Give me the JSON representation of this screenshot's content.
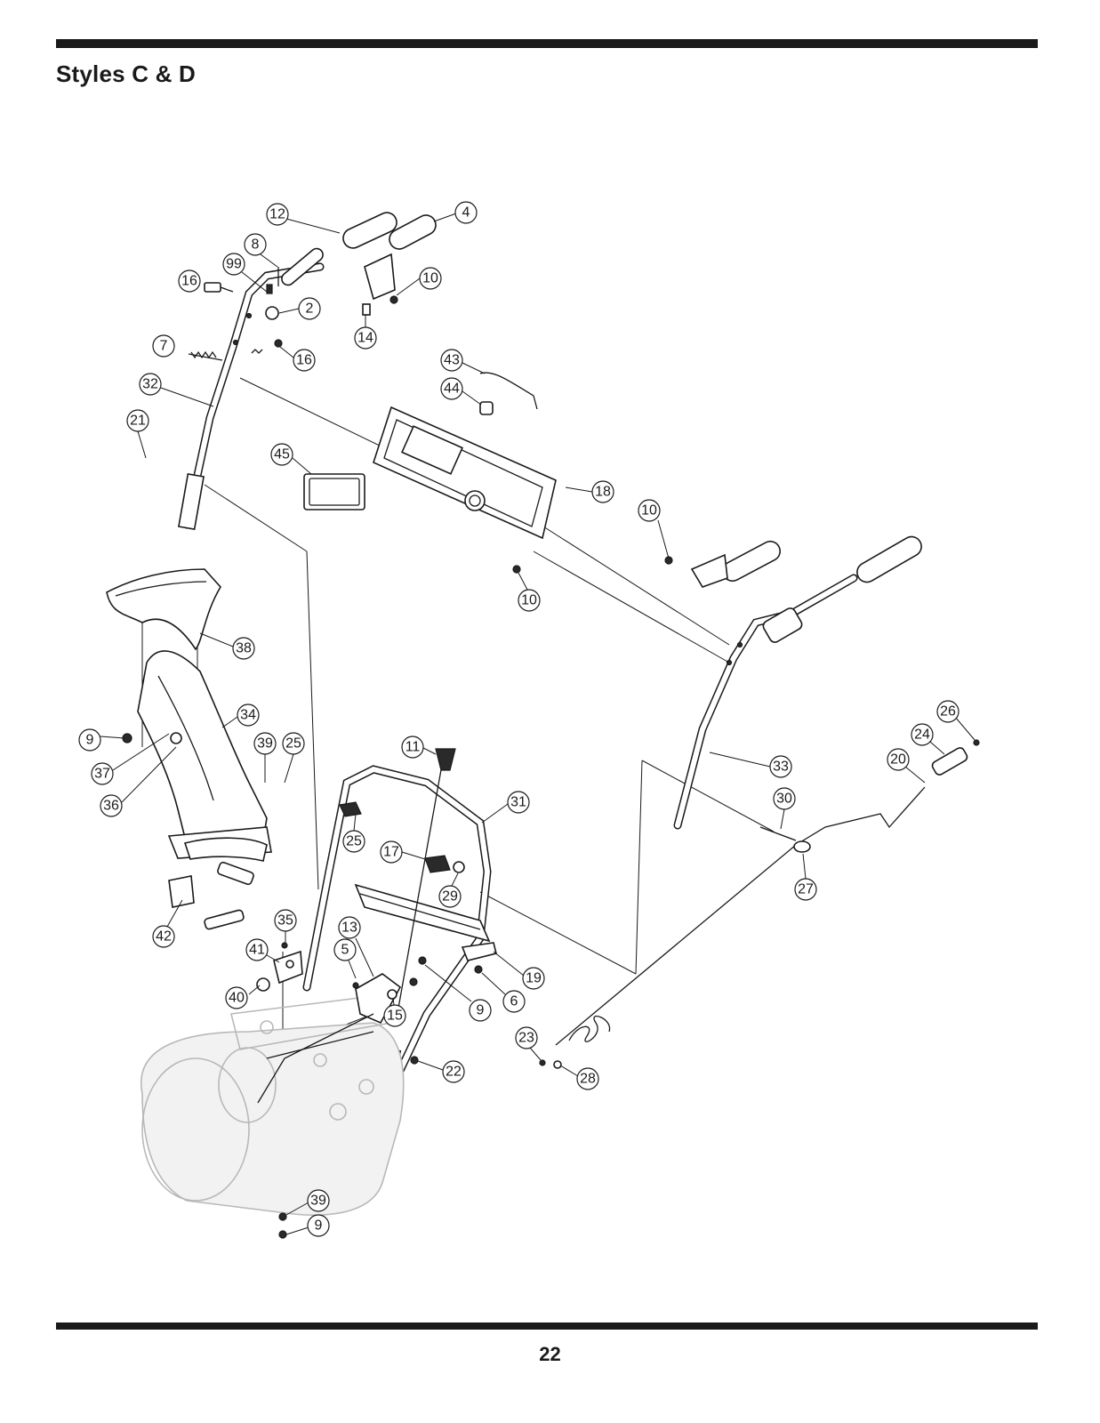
{
  "header": {
    "title": "Styles C & D"
  },
  "footer": {
    "page_number": "22"
  },
  "callouts": [
    {
      "key": "c12",
      "label": "12"
    },
    {
      "key": "c4",
      "label": "4"
    },
    {
      "key": "c8",
      "label": "8"
    },
    {
      "key": "c99",
      "label": "99"
    },
    {
      "key": "c16a",
      "label": "16"
    },
    {
      "key": "c10a",
      "label": "10"
    },
    {
      "key": "c2",
      "label": "2"
    },
    {
      "key": "c14",
      "label": "14"
    },
    {
      "key": "c7",
      "label": "7"
    },
    {
      "key": "c16b",
      "label": "16"
    },
    {
      "key": "c43",
      "label": "43"
    },
    {
      "key": "c44",
      "label": "44"
    },
    {
      "key": "c32",
      "label": "32"
    },
    {
      "key": "c21",
      "label": "21"
    },
    {
      "key": "c45",
      "label": "45"
    },
    {
      "key": "c18",
      "label": "18"
    },
    {
      "key": "c10b",
      "label": "10"
    },
    {
      "key": "c10c",
      "label": "10"
    },
    {
      "key": "c38",
      "label": "38"
    },
    {
      "key": "c34",
      "label": "34"
    },
    {
      "key": "c9a",
      "label": "9"
    },
    {
      "key": "c39a",
      "label": "39"
    },
    {
      "key": "c25a",
      "label": "25"
    },
    {
      "key": "c37",
      "label": "37"
    },
    {
      "key": "c36",
      "label": "36"
    },
    {
      "key": "c11",
      "label": "11"
    },
    {
      "key": "c31",
      "label": "31"
    },
    {
      "key": "c26",
      "label": "26"
    },
    {
      "key": "c24",
      "label": "24"
    },
    {
      "key": "c20",
      "label": "20"
    },
    {
      "key": "c33",
      "label": "33"
    },
    {
      "key": "c30",
      "label": "30"
    },
    {
      "key": "c25b",
      "label": "25"
    },
    {
      "key": "c17",
      "label": "17"
    },
    {
      "key": "c29",
      "label": "29"
    },
    {
      "key": "c27",
      "label": "27"
    },
    {
      "key": "c42",
      "label": "42"
    },
    {
      "key": "c35",
      "label": "35"
    },
    {
      "key": "c13",
      "label": "13"
    },
    {
      "key": "c41",
      "label": "41"
    },
    {
      "key": "c5",
      "label": "5"
    },
    {
      "key": "c19",
      "label": "19"
    },
    {
      "key": "c40",
      "label": "40"
    },
    {
      "key": "c9b",
      "label": "9"
    },
    {
      "key": "c6",
      "label": "6"
    },
    {
      "key": "c15",
      "label": "15"
    },
    {
      "key": "c23",
      "label": "23"
    },
    {
      "key": "c22",
      "label": "22"
    },
    {
      "key": "c28",
      "label": "28"
    },
    {
      "key": "c39b",
      "label": "39"
    },
    {
      "key": "c9c",
      "label": "9"
    }
  ]
}
